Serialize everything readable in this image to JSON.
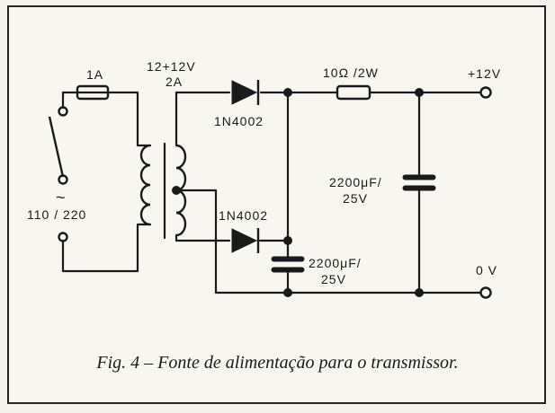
{
  "labels": {
    "fuse": "1A",
    "mains_symbol": "~",
    "mains_voltage": "110 / 220",
    "transformer_voltage": "12+12V",
    "transformer_current": "2A",
    "diode_top": "1N4002",
    "diode_bottom": "1N4002",
    "resistor": "10Ω /2W",
    "output_positive": "+12V",
    "output_ground": "0 V",
    "cap_right_value": "2200μF/",
    "cap_right_voltage": "25V",
    "cap_bottom_value": "2200μF/",
    "cap_bottom_voltage": "25V"
  },
  "caption": "Fig. 4 – Fonte de alimentação para o transmissor."
}
